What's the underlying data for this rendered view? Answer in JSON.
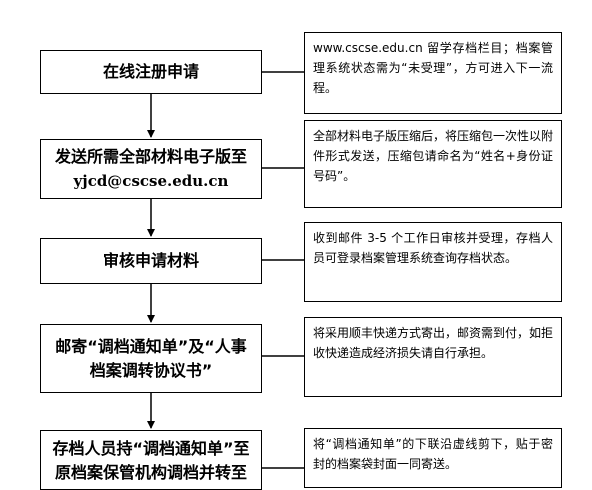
{
  "steps": [
    {
      "id": "register",
      "lines": [
        "在线注册申请"
      ]
    },
    {
      "id": "send-materials",
      "lines": [
        "发送所需全部材料电子版至",
        "yjcd@cscse.edu.cn"
      ]
    },
    {
      "id": "review",
      "lines": [
        "审核申请材料"
      ]
    },
    {
      "id": "mail-notice",
      "lines": [
        "邮寄“调档通知单”及“人事",
        "档案调转协议书”"
      ]
    },
    {
      "id": "transfer",
      "lines": [
        "存档人员持“调档通知单”至",
        "原档案保管机构调档并转至"
      ]
    }
  ],
  "notes": [
    {
      "id": "note-register",
      "text": "www.cscse.edu.cn 留学存档栏目；档案管理系统状态需为“未受理”，方可进入下一流程。"
    },
    {
      "id": "note-send",
      "text": "全部材料电子版压缩后，将压缩包一次性以附件形式发送，压缩包请命名为“姓名+身份证号码”。"
    },
    {
      "id": "note-review",
      "text": "收到邮件 3-5 个工作日审核并受理，存档人员可登录档案管理系统查询存档状态。"
    },
    {
      "id": "note-mail",
      "text": "将采用顺丰快递方式寄出，邮资需到付，如拒收快递造成经济损失请自行承担。"
    },
    {
      "id": "note-transfer",
      "text": "将“调档通知单”的下联沿虚线剪下，贴于密封的档案袋封面一同寄送。"
    }
  ]
}
